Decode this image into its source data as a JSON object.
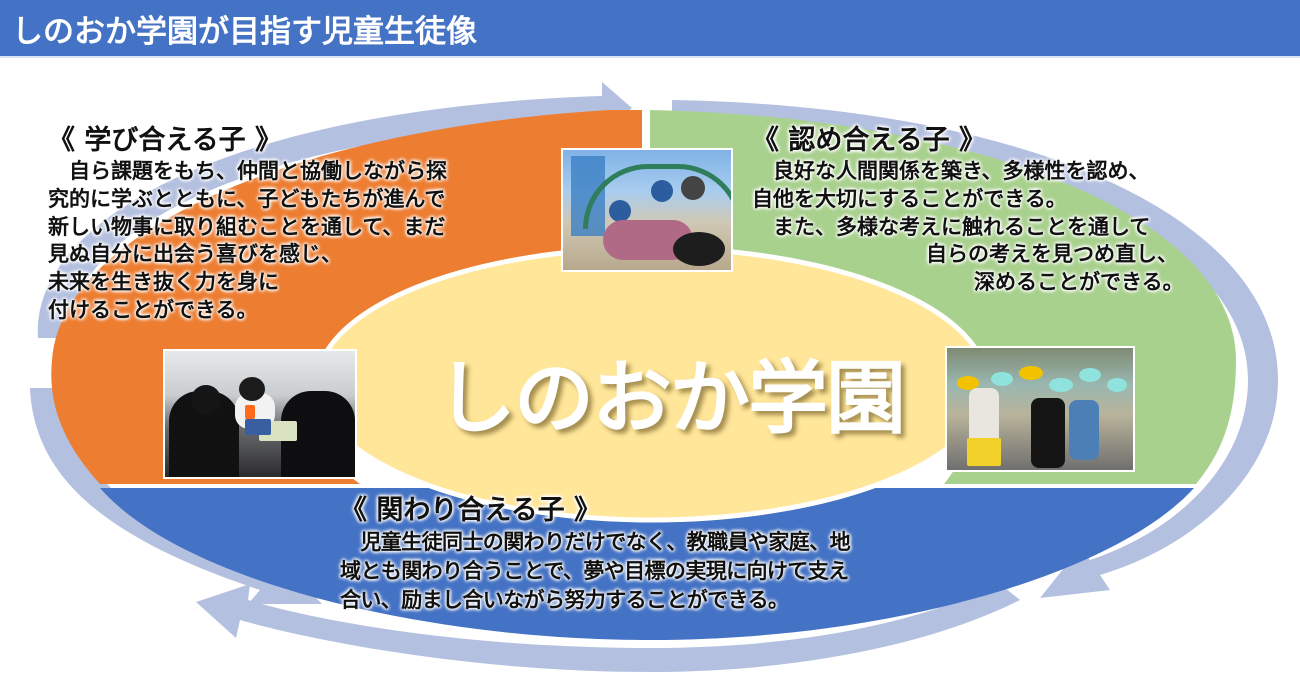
{
  "header": {
    "title": "しのおか学園が目指す児童生徒像"
  },
  "center": {
    "title": "しのおか学園"
  },
  "sections": {
    "learn": {
      "heading": "《 学び合える子 》",
      "lines": [
        "　自ら課題をもち、仲間と協働しながら探",
        "究的に学ぶとともに、子どもたちが進んで",
        "新しい物事に取り組むことを通して、まだ",
        "見ぬ自分に出会う喜びを感じ、",
        "未来を生き抜く力を身に",
        "付けることができる。"
      ]
    },
    "accept": {
      "heading": "《 認め合える子 》",
      "lines": [
        "　良好な人間関係を築き、多様性を認め、",
        "自他を大切にすることができる。",
        "　また、多様な考えに触れることを通して",
        "自らの考えを見つめ直し、",
        "深めることができる。"
      ]
    },
    "relate": {
      "heading": "《 関わり合える子 》",
      "lines": [
        "　児童生徒同士の関わりだけでなく、教職員や家庭、地",
        "域とも関わり合うことで、夢や目標の実現に向けて支え",
        "合い、励まし合いながら努力することができる。"
      ]
    }
  },
  "photos": [
    {
      "id": "playground",
      "caption": "children on a tire swing at a playground"
    },
    {
      "id": "classroom",
      "caption": "students working with tablets in a classroom"
    },
    {
      "id": "field",
      "caption": "children in yellow and light-blue hats gathered outdoors"
    }
  ],
  "colors": {
    "header": "#4472c4",
    "orange": "#ed7d31",
    "green": "#a9d18e",
    "blue": "#4472c4",
    "center": "#ffe699",
    "arrow": "#b4c0e0"
  }
}
